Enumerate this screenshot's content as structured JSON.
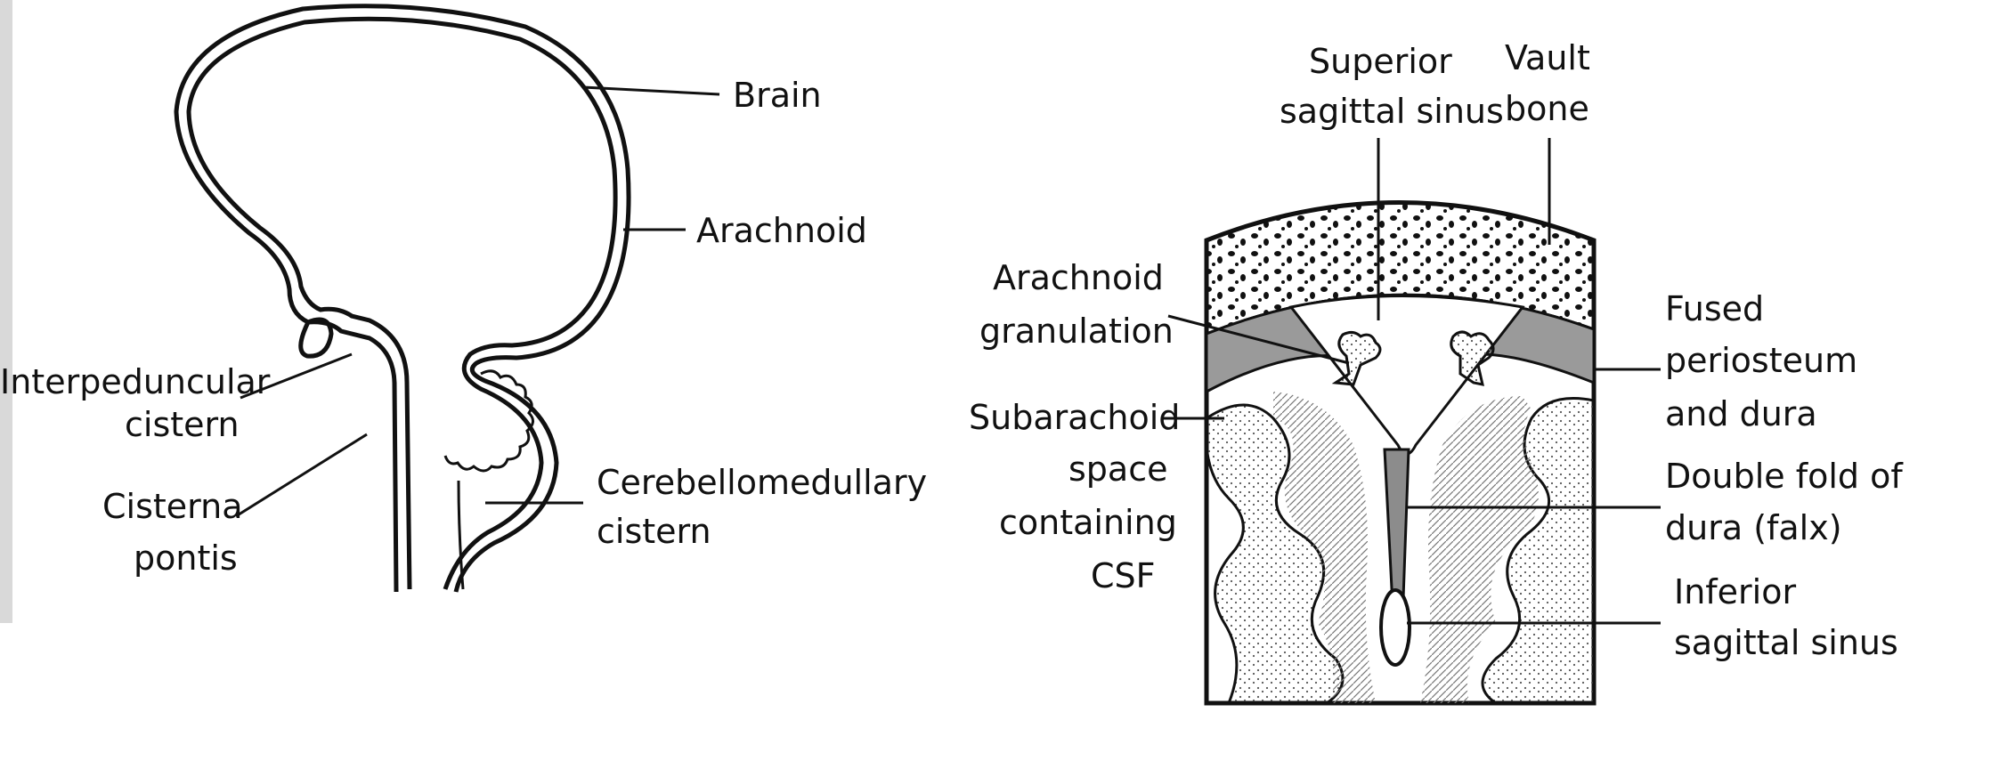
{
  "left_figure": {
    "labels": {
      "brain": "Brain",
      "arachnoid": "Arachnoid",
      "interpeduncular_1": "Interpeduncular",
      "interpeduncular_2": "cistern",
      "cisterna_1": "Cisterna",
      "cisterna_2": "pontis",
      "cerebello_1": "Cerebellomedullary",
      "cerebello_2": "cistern"
    }
  },
  "right_figure": {
    "labels": {
      "superior_1": "Superior",
      "superior_2": "sagittal sinus",
      "vault_1": "Vault",
      "vault_2": "bone",
      "granulation_1": "Arachnoid",
      "granulation_2": "granulation",
      "fused_1": "Fused",
      "fused_2": "periosteum",
      "fused_3": "and dura",
      "subarachnoid_1": "Subarachoid",
      "subarachnoid_2": "space",
      "subarachnoid_3": "containing",
      "subarachnoid_4": "CSF",
      "falx_1": "Double fold of",
      "falx_2": "dura (falx)",
      "inferior_1": "Inferior",
      "inferior_2": "sagittal sinus"
    }
  }
}
